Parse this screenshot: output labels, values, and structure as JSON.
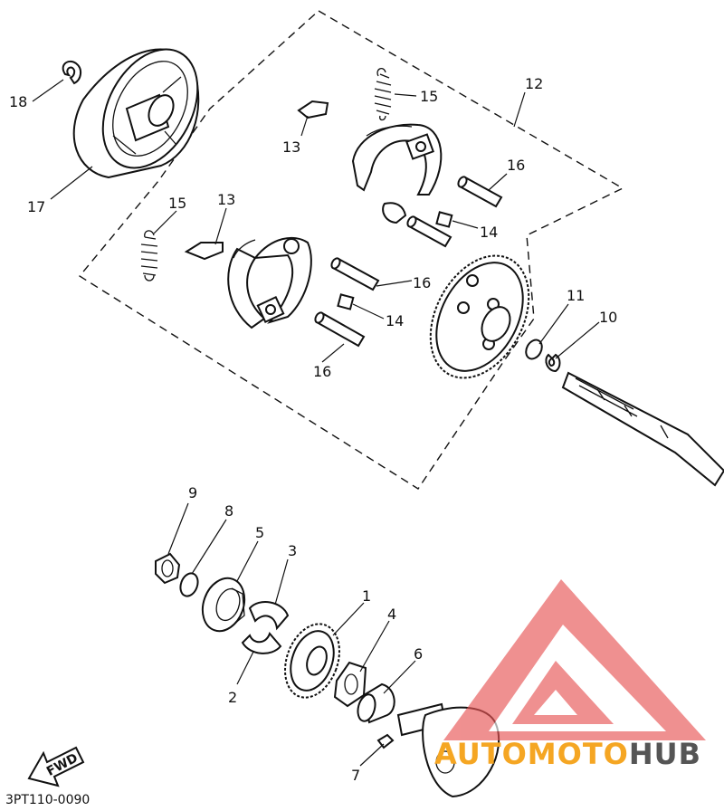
{
  "callouts": {
    "c1": "1",
    "c2": "2",
    "c3": "3",
    "c4": "4",
    "c5": "5",
    "c6": "6",
    "c7": "7",
    "c8": "8",
    "c9": "9",
    "c10": "10",
    "c11": "11",
    "c12": "12",
    "c13a": "13",
    "c13b": "13",
    "c14a": "14",
    "c14b": "14",
    "c15a": "15",
    "c15b": "15",
    "c16a": "16",
    "c16b": "16",
    "c16c": "16",
    "c17": "17",
    "c18": "18"
  },
  "fwd_label": "FWD",
  "diagram_code": "3PT110-0090",
  "watermark": {
    "brand_orange": "AUTOMOTO",
    "brand_dark": "HUB",
    "colors": {
      "orange": "#f5a623",
      "dark": "#555555",
      "logo_red": "#e85555"
    }
  }
}
